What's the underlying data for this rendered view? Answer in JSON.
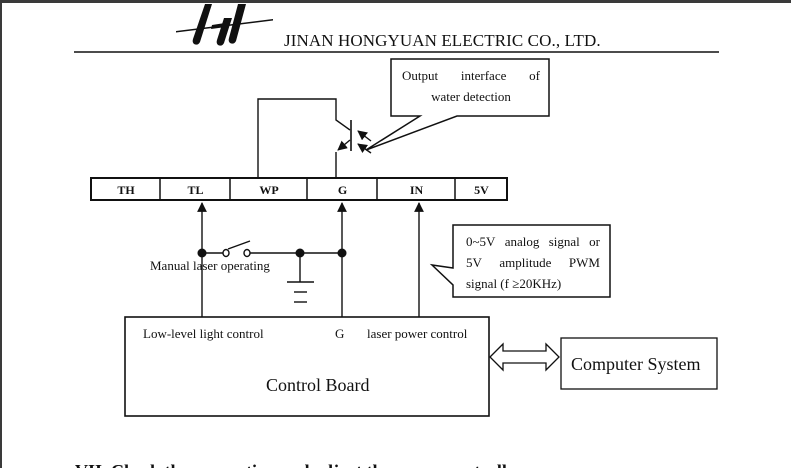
{
  "header": {
    "logo_icon": "hy-company-logo",
    "company_name": "JINAN HONGYUAN ELECTRIC CO., LTD."
  },
  "diagram": {
    "terminals": [
      "TH",
      "TL",
      "WP",
      "G",
      "IN",
      "5V"
    ],
    "callout_water": {
      "line1_words": [
        "Output",
        "interface",
        "of"
      ],
      "line2": "water detection"
    },
    "callout_signal": {
      "line1_words": [
        "0~5V",
        "analog",
        "signal",
        "or"
      ],
      "line2_words": [
        "5V",
        "amplitude",
        "PWM"
      ],
      "line3": "signal (f  ≥20KHz)"
    },
    "switch_label": "Manual laser operating",
    "control_board": {
      "title": "Control Board",
      "port_low": "Low-level light control",
      "port_g": "G",
      "port_laser": "laser power control"
    },
    "computer_system": "Computer System",
    "bidirectional_link_icon": "double-arrow-icon",
    "ground_icon": "ground-icon",
    "photocoupler_icon": "phototransistor-icon"
  },
  "footer": {
    "cut_off_heading": "VII. Check the connection and adjust the power controller"
  }
}
